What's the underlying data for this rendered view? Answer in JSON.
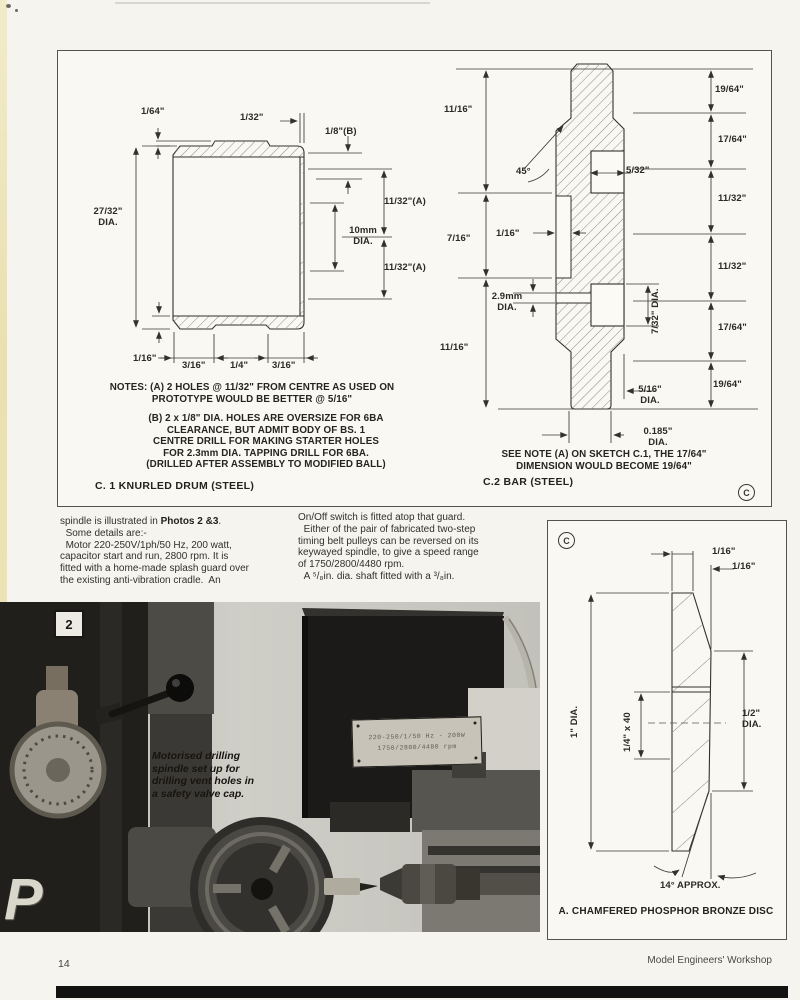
{
  "page": {
    "number": "14",
    "journal": "Model Engineers' Workshop"
  },
  "top_panel": {
    "c1": {
      "title": "C. 1 KNURLED DRUM (STEEL)",
      "notes_a": "NOTES:   (A) 2 HOLES @ 11/32\" FROM CENTRE AS USED ON\nPROTOTYPE WOULD BE BETTER @ 5/16\"",
      "notes_b": "(B) 2 x 1/8\" DIA. HOLES ARE OVERSIZE FOR 6BA\nCLEARANCE, BUT ADMIT BODY OF BS. 1\nCENTRE DRILL FOR MAKING STARTER HOLES\nFOR 2.3mm DIA. TAPPING DRILL FOR 6BA.\n(DRILLED AFTER ASSEMBLY TO MODIFIED BALL)",
      "dims": {
        "d1_64": "1/64\"",
        "d1_32": "1/32\"",
        "d1_8b": "1/8\"(B)",
        "d27_32": "27/32\"\nDIA.",
        "d11_32a_top": "11/32\"(A)",
        "d10mm": "10mm\nDIA.",
        "d11_32a_bot": "11/32\"(A)",
        "d1_16": "1/16\"",
        "d3_16a": "3/16\"",
        "d1_4": "1/4\"",
        "d3_16b": "3/16\""
      }
    },
    "c2": {
      "title": "C.2 BAR (STEEL)",
      "note": "SEE NOTE (A) ON SKETCH C.1, THE 17/64\"\nDIMENSION WOULD BECOME 19/64\"",
      "copyright": "C",
      "dims": {
        "d11_16_top": "11/16\"",
        "d19_64_top": "19/64\"",
        "d17_64_top": "17/64\"",
        "d45": "45°",
        "d5_32": "5/32\"",
        "d11_32_top": "11/32\"",
        "d7_16": "7/16\"",
        "d1_16": "1/16\"",
        "d11_32_bot": "11/32\"",
        "d2_9mm": "2.9mm\nDIA.",
        "d7_32": "7/32\" DIA.",
        "d17_64_bot": "17/64\"",
        "d11_16_bot": "11/16\"",
        "d19_64_bot": "19/64\"",
        "d5_16": "5/16\"\nDIA.",
        "d0_185": "0.185\"\nDIA."
      }
    }
  },
  "article": {
    "left_pre": "spindle is illustrated in ",
    "left_bold": "Photos 2 &3",
    "left_rest": ".\n  Some details are:-\n  Motor 220-250V/1ph/50 Hz, 200 watt,\ncapacitor start and run, 2800 rpm. It is\nfitted with a home-made splash guard over\nthe existing anti-vibration cradle.  An",
    "right": "On/Off switch is fitted atop that guard.\n  Either of the pair of fabricated two-step\ntiming belt pulleys can be reversed on its\nkeywayed spindle, to give a speed range\nof 1750/2800/4480 rpm.\n  A ⁵/₈in. dia. shaft fitted with a ³/₈in."
  },
  "photo": {
    "figure_number": "2",
    "caption": "Motorised drilling\nspindle set up for\ndrilling vent holes in\na safety valve cap.",
    "plate_line1": "220-250/1/50 Hz - 200W",
    "plate_line2": "1750/2800/4480 rpm",
    "corner_letter": "P"
  },
  "panel_a": {
    "title": "A. CHAMFERED PHOSPHOR BRONZE DISC",
    "copyright": "C",
    "dims": {
      "d1_16_a": "1/16\"",
      "d1_16_b": "1/16\"",
      "d1": "1\" DIA.",
      "d1_4x40": "1/4\" x 40",
      "d1_2": "1/2\"\nDIA.",
      "d14": "14° APPROX."
    }
  }
}
